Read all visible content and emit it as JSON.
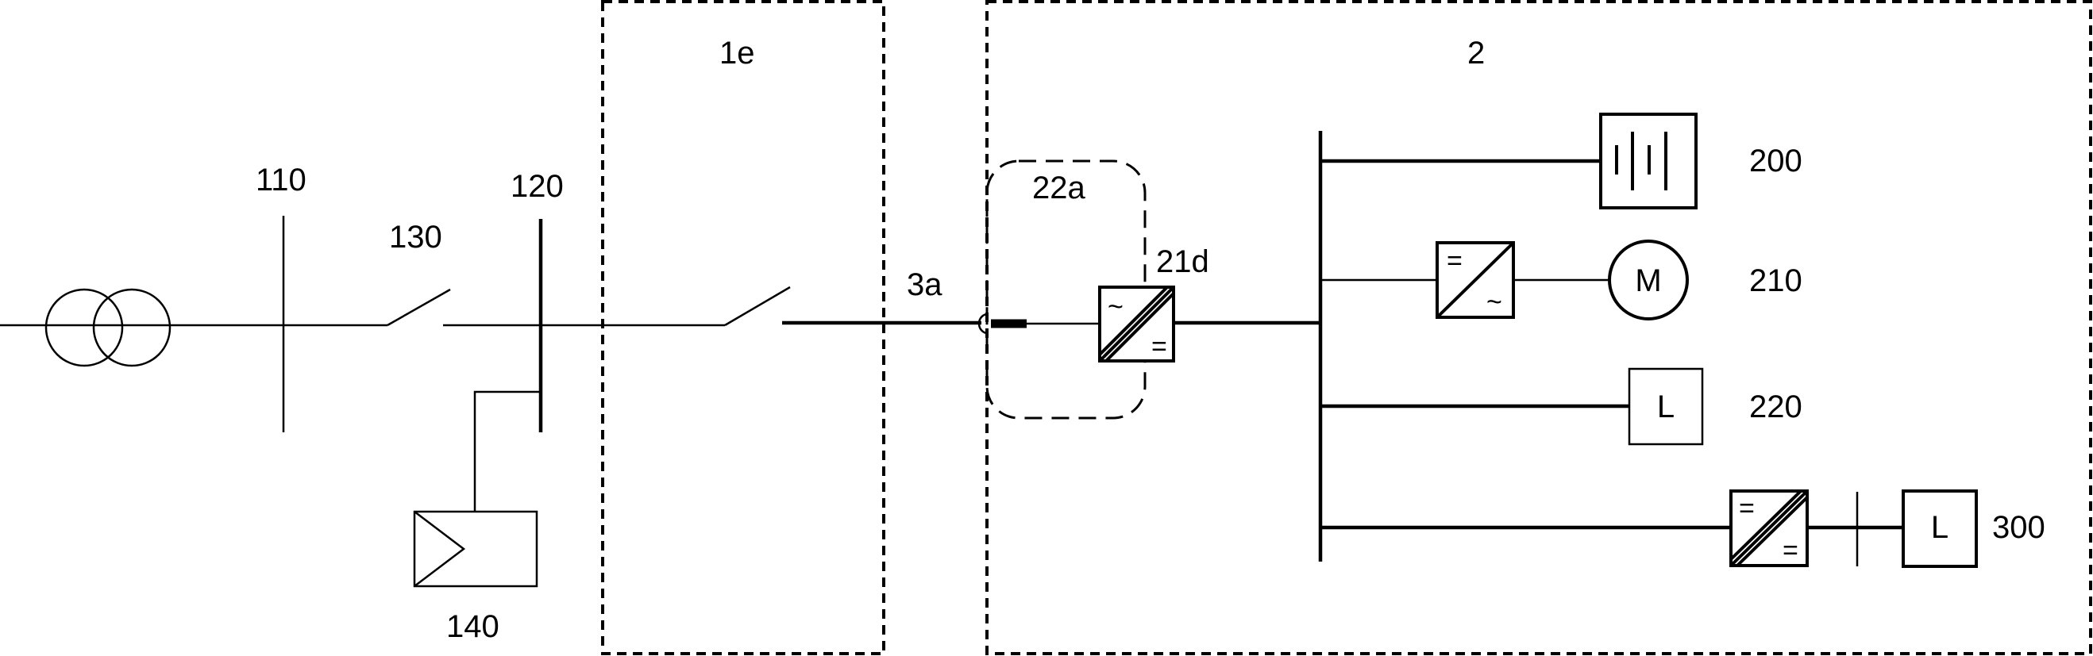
{
  "labels": {
    "l110": "110",
    "l120": "120",
    "l130": "130",
    "l140": "140",
    "l1e": "1e",
    "l2": "2",
    "l3a": "3a",
    "l22a": "22a",
    "l21d": "21d",
    "l200": "200",
    "l210": "210",
    "l220": "220",
    "l300": "300"
  },
  "symbols": {
    "motor": "M",
    "load_220": "L",
    "load_300": "L",
    "dc": "=",
    "ac": "~"
  }
}
